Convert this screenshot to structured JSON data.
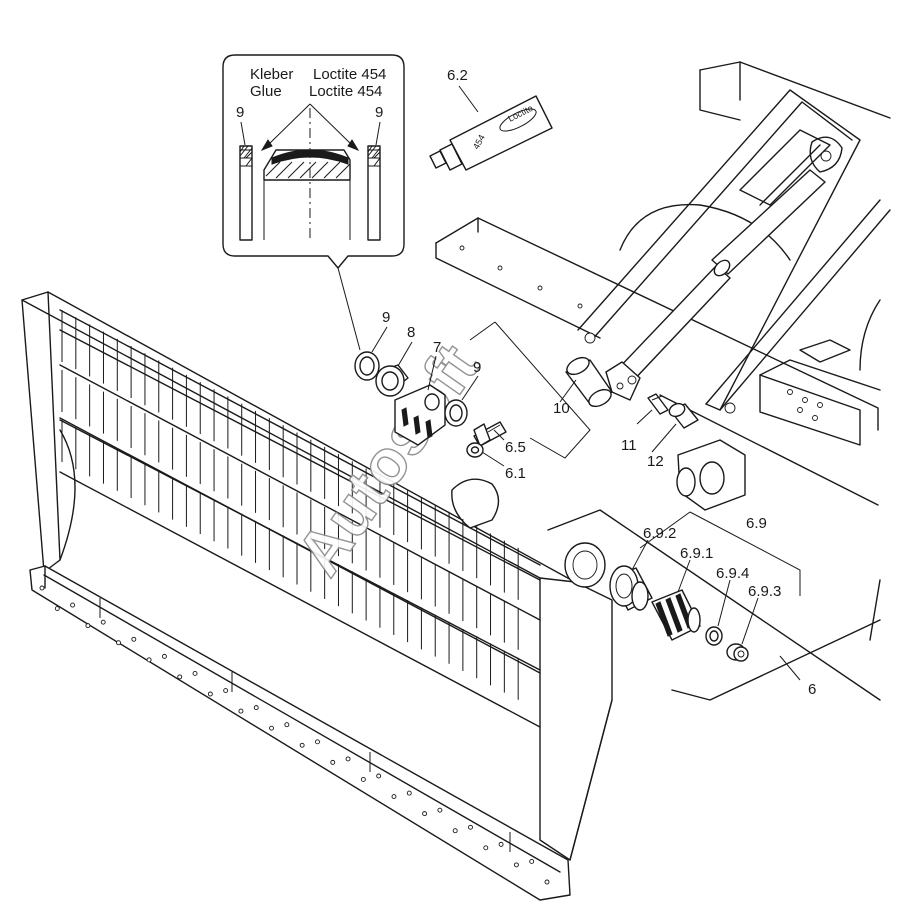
{
  "inset": {
    "line1_left": "Kleber",
    "line1_right": "Loctite 454",
    "line2_left": "Glue",
    "line2_right": "Loctite 454",
    "label_left": "9",
    "label_right": "9"
  },
  "tube": {
    "brand": "Loctite",
    "number": "454"
  },
  "watermark": "Autosoft",
  "callouts": {
    "c62": "6.2",
    "c9a": "9",
    "c8": "8",
    "c7": "7",
    "c9b": "9",
    "c10": "10",
    "c65": "6.5",
    "c61": "6.1",
    "c11": "11",
    "c12": "12",
    "c69": "6.9",
    "c692": "6.9.2",
    "c691": "6.9.1",
    "c694": "6.9.4",
    "c693": "6.9.3",
    "c6": "6"
  }
}
